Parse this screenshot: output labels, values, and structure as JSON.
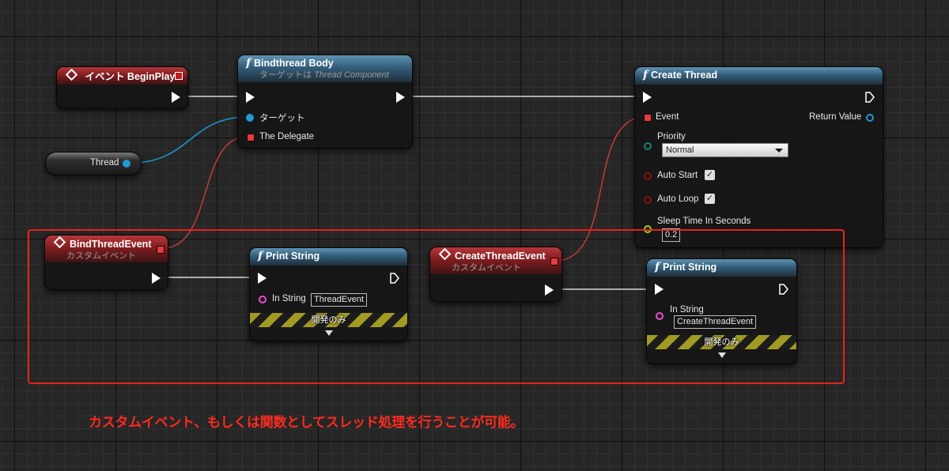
{
  "nodes": {
    "begin_play": {
      "title": "イベント BeginPlay"
    },
    "bind_body": {
      "title": "Bindthread Body",
      "subtitle_prefix": "ターゲットは ",
      "subtitle_target": "Thread Component",
      "pin_target": "ターゲット",
      "pin_delegate": "The Delegate"
    },
    "thread_var": {
      "label": "Thread"
    },
    "create_thread": {
      "title": "Create Thread",
      "pin_event": "Event",
      "pin_return": "Return Value",
      "pin_priority": "Priority",
      "priority_value": "Normal",
      "pin_auto_start": "Auto Start",
      "pin_auto_loop": "Auto Loop",
      "auto_start_checked": true,
      "auto_loop_checked": true,
      "pin_sleep": "Sleep Time In Seconds",
      "sleep_value": "0.2"
    },
    "bind_event": {
      "title": "BindThreadEvent",
      "subtitle": "カスタムイベント"
    },
    "print1": {
      "title": "Print String",
      "pin_label": "In String",
      "value": "ThreadEvent",
      "dev_label": "開発のみ"
    },
    "create_event": {
      "title": "CreateThreadEvent",
      "subtitle": "カスタムイベント"
    },
    "print2": {
      "title": "Print String",
      "pin_label": "In String",
      "value": "CreateThreadEvent",
      "dev_label": "開発のみ"
    }
  },
  "annotation": "カスタムイベント、もしくは関数としてスレッド処理を行うことが可能。",
  "colors": {
    "exec": "#ffffff",
    "delegate": "#e53b3b",
    "object": "#1e9ad6",
    "string": "#e94dd9",
    "byte": "#14836e",
    "bool": "#8b0f0f",
    "float": "#9ccf2c",
    "highlight": "#e8231c",
    "annotation": "#ff2b1e"
  },
  "icons": {
    "function": "function-f-icon",
    "event": "event-diamond-icon"
  }
}
